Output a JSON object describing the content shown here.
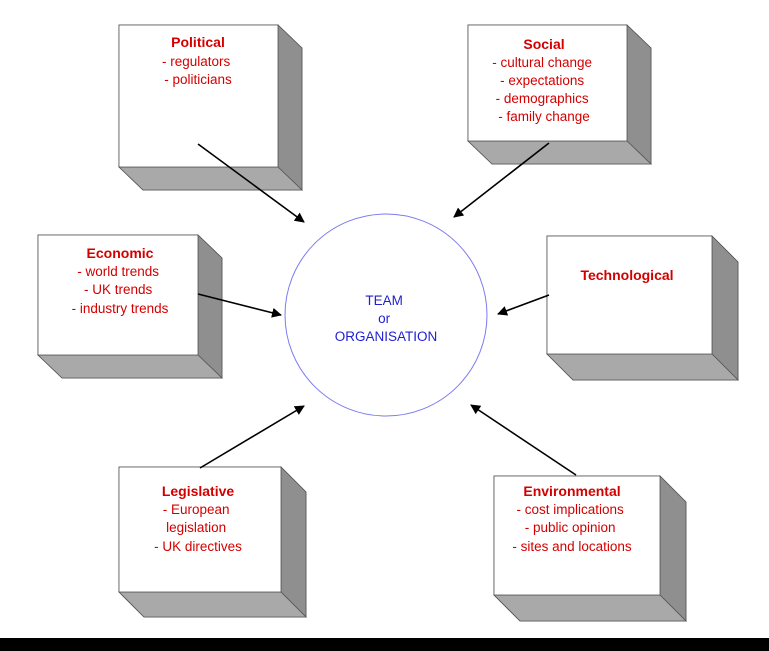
{
  "center": {
    "lines": [
      "TEAM",
      "or",
      "ORGANISATION"
    ]
  },
  "factors": [
    {
      "id": "political",
      "title": "Political",
      "items": [
        "- regulators",
        "- politicians"
      ]
    },
    {
      "id": "social",
      "title": "Social",
      "items": [
        "- cultural change",
        "- expectations",
        "- demographics",
        "- family change"
      ]
    },
    {
      "id": "economic",
      "title": "Economic",
      "items": [
        "- world trends",
        "- UK trends",
        "- industry trends"
      ]
    },
    {
      "id": "technological",
      "title": "Technological",
      "items": []
    },
    {
      "id": "legislative",
      "title": "Legislative",
      "items": [
        "- European",
        "legislation",
        "- UK directives"
      ]
    },
    {
      "id": "environmental",
      "title": "Environmental",
      "items": [
        "- cost implications",
        "- public opinion",
        "- sites and locations"
      ]
    }
  ],
  "colors": {
    "box_text": "#d40000",
    "center_text": "#1f1fd1",
    "circle_stroke": "#7b7bf0",
    "arrow": "#000000"
  }
}
